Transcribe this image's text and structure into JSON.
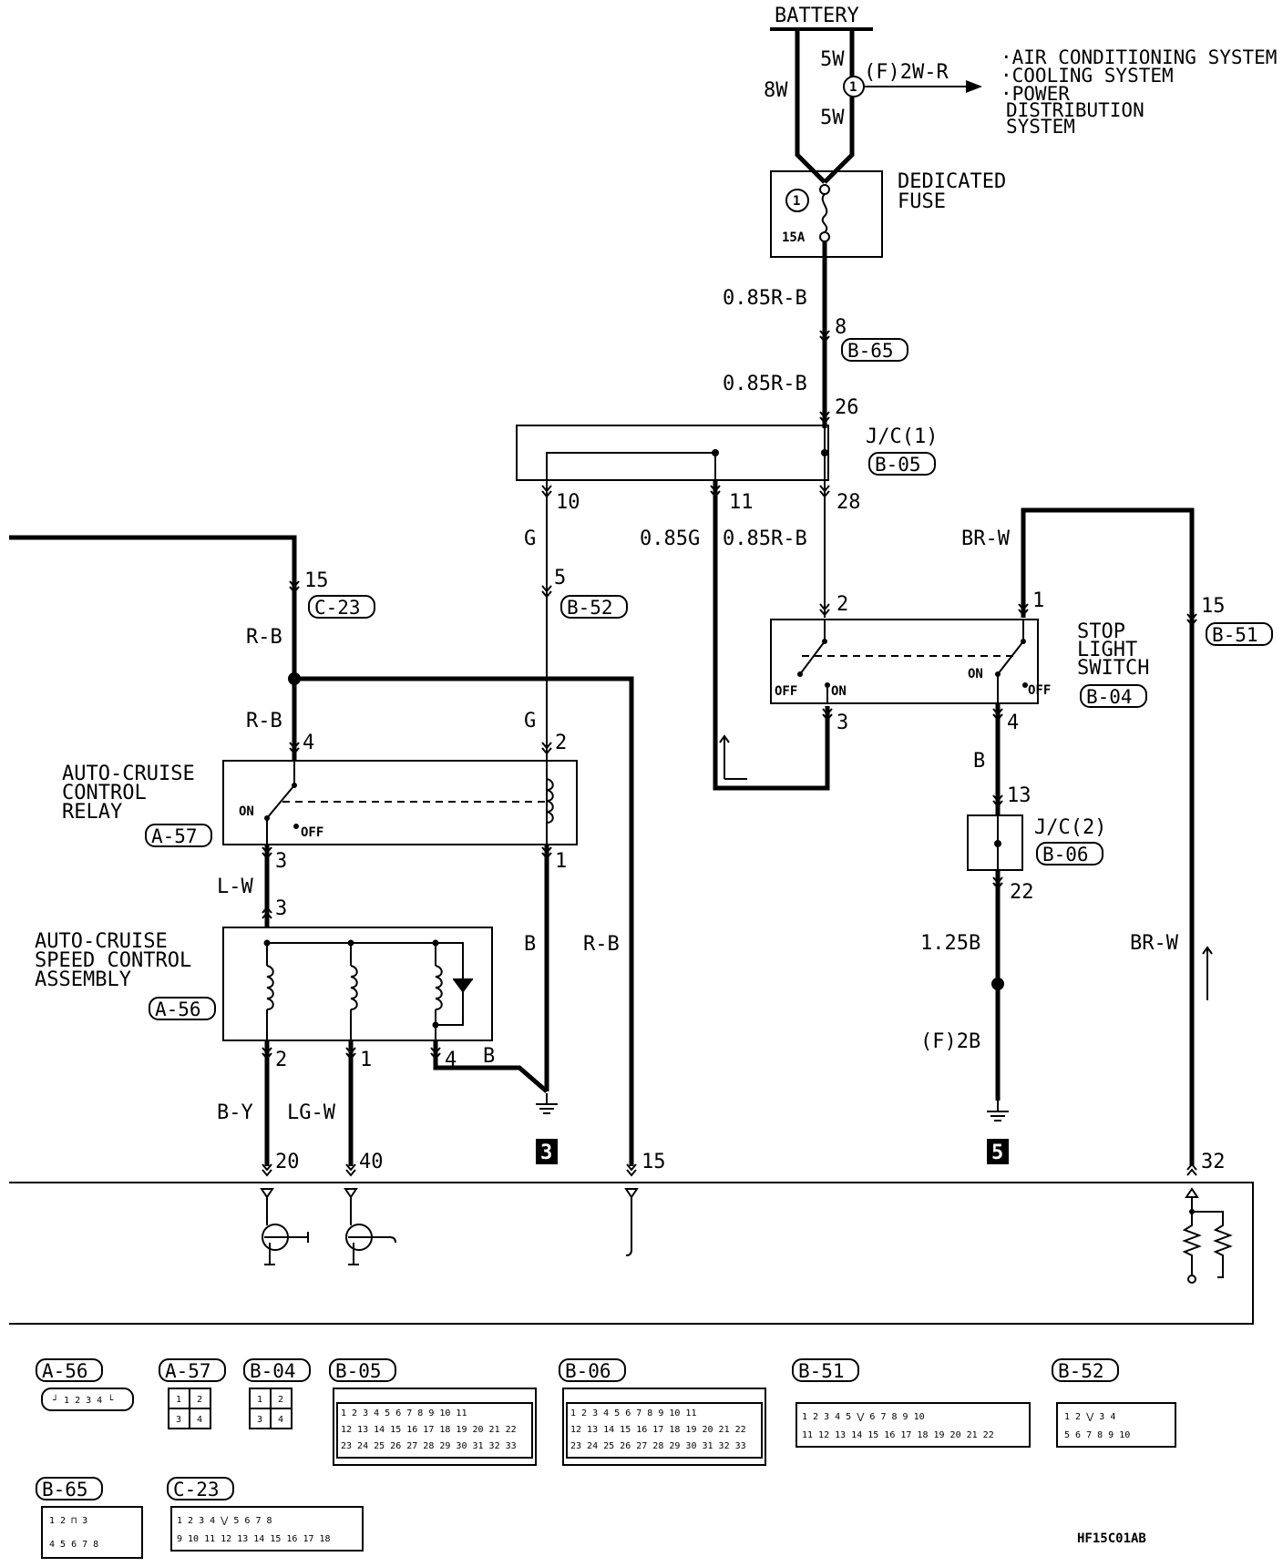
{
  "battery": "BATTERY",
  "battery_wires": {
    "main": "8W",
    "top": "5W",
    "bottom": "5W",
    "branch": "(F)2W-R",
    "splice_no": "1"
  },
  "branch_systems": [
    "·AIR CONDITIONING SYSTEM",
    "·COOLING SYSTEM",
    "·POWER",
    "DISTRIBUTION",
    "SYSTEM"
  ],
  "fuse": {
    "title_1": "DEDICATED",
    "title_2": "FUSE",
    "number": "1",
    "rating": "15A"
  },
  "fuse_out": {
    "wire_1": "0.85R-B",
    "pin": "8",
    "connector": "B-65",
    "wire_2": "0.85R-B",
    "jc_in_pin": "26"
  },
  "jc1": {
    "name": "J/C(1)",
    "connector": "B-05",
    "pins": [
      "10",
      "11",
      "28"
    ]
  },
  "wires_mid": {
    "g": "G",
    "g085": "0.85G",
    "rb085": "0.85R-B",
    "brw": "BR-W"
  },
  "c23": {
    "pin": "15",
    "connector": "C-23",
    "wire": "R-B"
  },
  "b52": {
    "pin": "5",
    "connector": "B-52"
  },
  "stop_switch": {
    "line_1": "STOP",
    "line_2": "LIGHT",
    "line_3": "SWITCH",
    "connector": "B-04",
    "pins": [
      "2",
      "1",
      "3",
      "4"
    ],
    "off": "OFF",
    "on": "ON"
  },
  "b51": {
    "pin": "15",
    "connector": "B-51"
  },
  "relay": {
    "line_1": "AUTO-CRUISE",
    "line_2": "CONTROL",
    "line_3": "RELAY",
    "connector": "A-57",
    "pins": [
      "4",
      "2",
      "3",
      "1"
    ],
    "on": "ON",
    "off": "OFF",
    "wire_rb": "R-B",
    "wire_g": "G"
  },
  "jc2": {
    "name": "J/C(2)",
    "connector": "B-06",
    "pins": [
      "13",
      "22"
    ],
    "wire_in": "B",
    "wire_out": "1.25B",
    "ground_wire": "(F)2B"
  },
  "speed_assembly": {
    "line_1": "AUTO-CRUISE",
    "line_2": "SPEED CONTROL",
    "line_3": "ASSEMBLY",
    "connector": "A-56",
    "pin_in": "3",
    "wire_in": "L-W",
    "pins_out": [
      "2",
      "1",
      "4"
    ],
    "wire_4": "B"
  },
  "lower_wires": {
    "b": "B",
    "rb": "R-B",
    "brw": "BR-W",
    "by": "B-Y",
    "lgw": "LG-W"
  },
  "ground_points": [
    "3",
    "5"
  ],
  "ecu_pins": [
    "20",
    "40",
    "15",
    "32"
  ],
  "connector_views": [
    "A-56",
    "A-57",
    "B-04",
    "B-05",
    "B-06",
    "B-51",
    "B-52",
    "B-65",
    "C-23"
  ],
  "diagram_code": "HF15C01AB"
}
